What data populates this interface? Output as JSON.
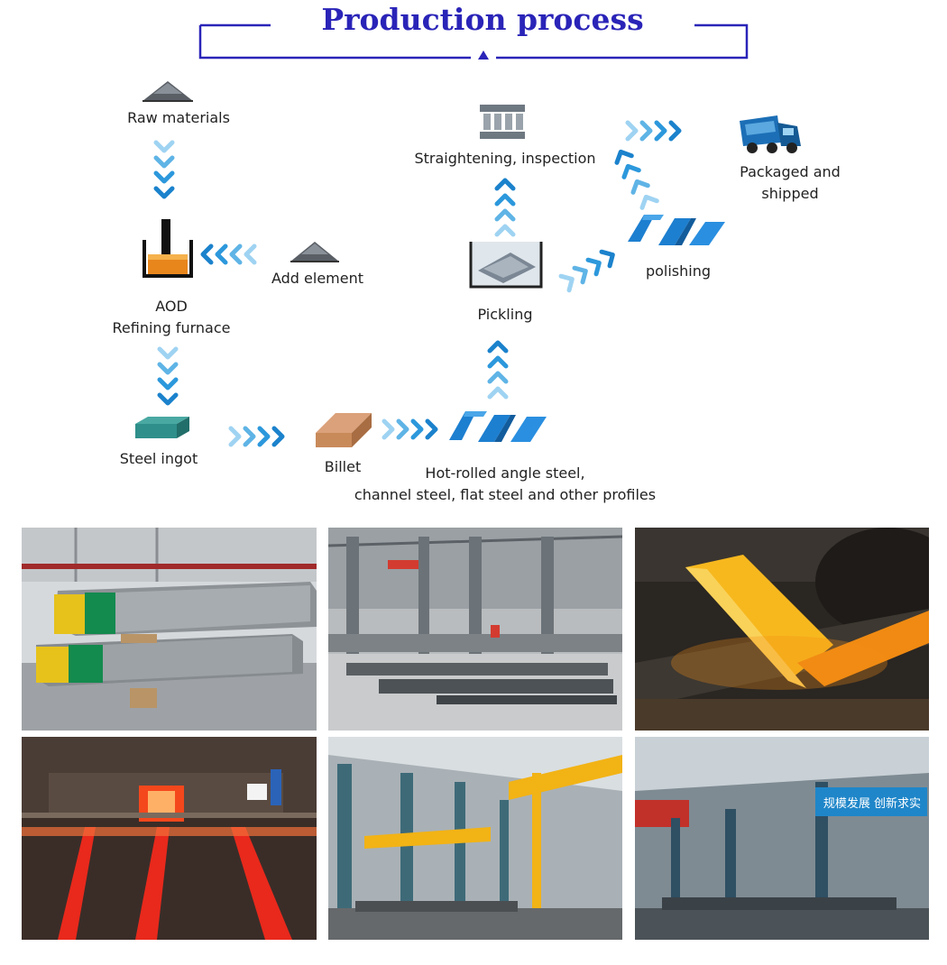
{
  "title": "Production process",
  "steps": {
    "raw_materials": "Raw materials",
    "aod_line1": "AOD",
    "aod_line2": "Refining furnace",
    "add_element": "Add element",
    "steel_ingot": "Steel ingot",
    "billet": "Billet",
    "hot_rolled_line1": "Hot-rolled angle steel,",
    "hot_rolled_line2": "channel steel, flat steel and other profiles",
    "pickling": "Pickling",
    "straightening": "Straightening, inspection",
    "polishing": "polishing",
    "packaged_line1": "Packaged and",
    "packaged_line2": "shipped"
  },
  "photo_captions": {
    "banner_text": "规模发展 创新求实"
  },
  "colors": {
    "title": "#2a24b8",
    "frame": "#2a24b8",
    "chevron": "#1f8fd6",
    "chevron_light": "#7fc8f0",
    "profile_blue": "#1d7fd0",
    "teal": "#2f8f8a",
    "billet": "#c98a5a",
    "furnace_orange": "#e8861c"
  },
  "icons": [
    "ore-pile-icon",
    "furnace-icon",
    "ore-pile-icon",
    "steel-ingot-icon",
    "billet-icon",
    "profiles-icon",
    "pickling-tank-icon",
    "straightening-machine-icon",
    "profiles-icon",
    "truck-icon"
  ]
}
